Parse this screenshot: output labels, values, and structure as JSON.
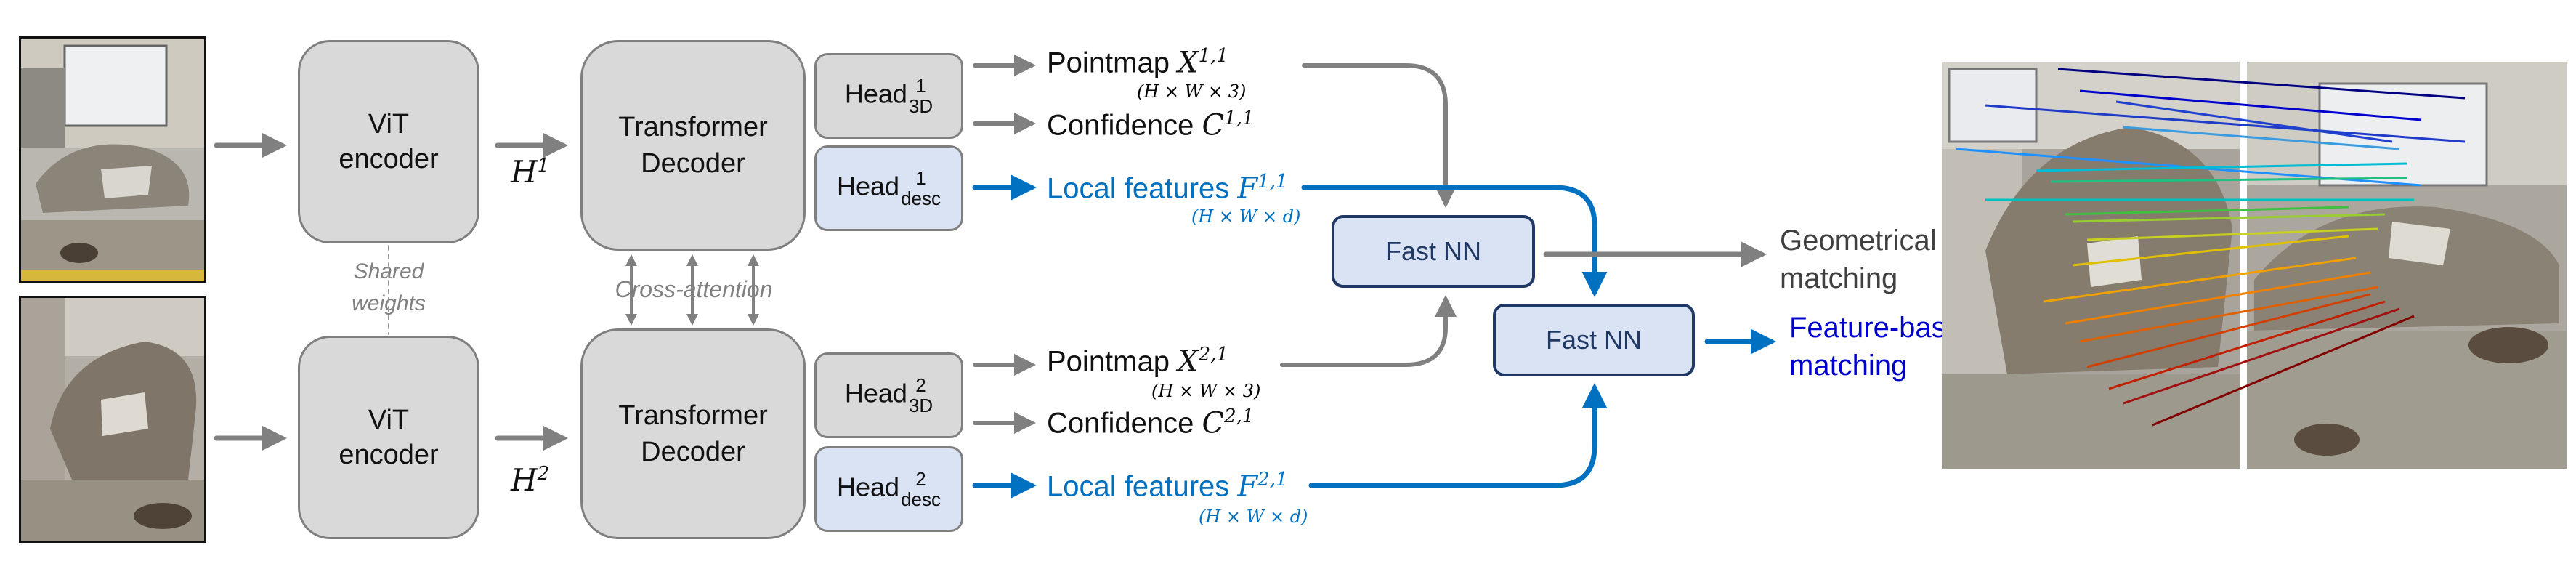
{
  "encoders": [
    {
      "line1": "ViT",
      "line2": "encoder"
    },
    {
      "line1": "ViT",
      "line2": "encoder"
    }
  ],
  "shared_weights": {
    "line1": "Shared",
    "line2": "weights"
  },
  "tokens": [
    {
      "symbol": "H",
      "sup": "1"
    },
    {
      "symbol": "H",
      "sup": "2"
    }
  ],
  "decoders": [
    {
      "line1": "Transformer",
      "line2": "Decoder"
    },
    {
      "line1": "Transformer",
      "line2": "Decoder"
    }
  ],
  "cross_attention": "Cross-attention",
  "heads": [
    {
      "base": "Head",
      "sup": "1",
      "sub": "3D"
    },
    {
      "base": "Head",
      "sup": "1",
      "sub": "desc"
    },
    {
      "base": "Head",
      "sup": "2",
      "sub": "3D"
    },
    {
      "base": "Head",
      "sup": "2",
      "sub": "desc"
    }
  ],
  "outputs": {
    "pointmap1": {
      "label": "Pointmap",
      "symbol": "X",
      "sup": "1,1",
      "dims": "(H × W × 3)"
    },
    "confidence1": {
      "label": "Confidence",
      "symbol": "C",
      "sup": "1,1"
    },
    "features1": {
      "label": "Local features",
      "symbol": "F",
      "sup": "1,1",
      "dims": "(H × W × d)"
    },
    "pointmap2": {
      "label": "Pointmap",
      "symbol": "X",
      "sup": "2,1",
      "dims": "(H × W × 3)"
    },
    "confidence2": {
      "label": "Confidence",
      "symbol": "C",
      "sup": "2,1"
    },
    "features2": {
      "label": "Local features",
      "symbol": "F",
      "sup": "2,1",
      "dims": "(H × W × d)"
    }
  },
  "fast_nn": [
    {
      "label": "Fast NN"
    },
    {
      "label": "Fast NN"
    }
  ],
  "results": {
    "geometric": {
      "line1": "Geometrical",
      "line2": "matching"
    },
    "feature": {
      "line1": "Feature-based",
      "line2": "matching"
    }
  },
  "colors": {
    "gray_arrow": "#808080",
    "blue_arrow": "#0070c0",
    "box_gray": "#d9d9d9",
    "box_blue": "#dae3f3",
    "nn_border": "#1f3864",
    "feature_text": "#0000cc"
  }
}
